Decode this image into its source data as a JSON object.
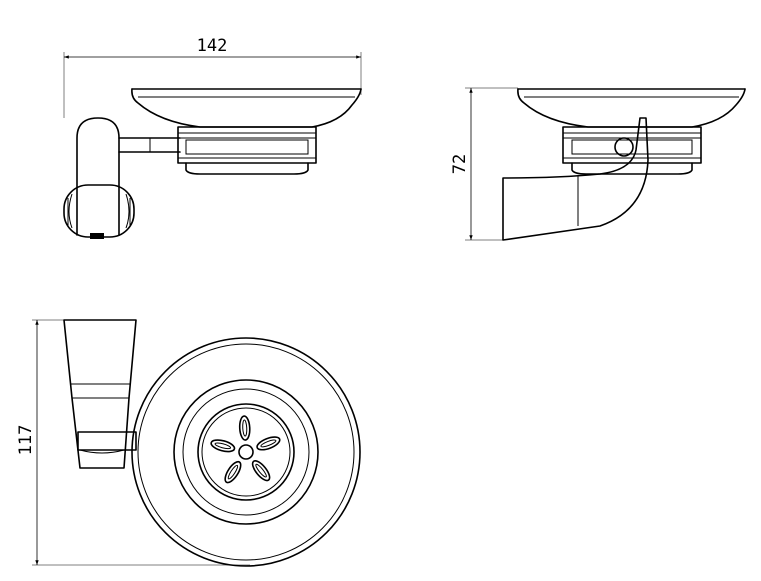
{
  "dimensions": {
    "width_label": "142",
    "height_label": "72",
    "depth_label": "117"
  }
}
